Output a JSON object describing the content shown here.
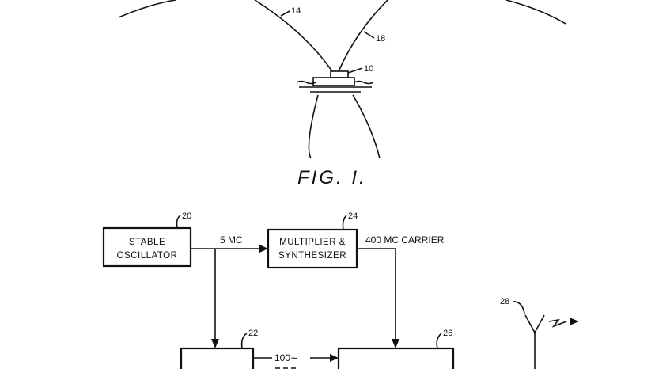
{
  "figure": {
    "caption": "FIG. I.",
    "refs": {
      "arc_a": "14",
      "arc_b": "18",
      "ship": "10"
    }
  },
  "diagram": {
    "oscillator": {
      "ref": "20",
      "line1": "STABLE",
      "line2": "OSCILLATOR"
    },
    "multiplier": {
      "ref": "24",
      "line1": "MULTIPLIER &",
      "line2": "SYNTHESIZER"
    },
    "freq_5mc": "5 MC",
    "carrier": "400 MC CARRIER",
    "block22_ref": "22",
    "block26_ref": "26",
    "antenna_ref": "28",
    "signal_100": "100∼"
  }
}
